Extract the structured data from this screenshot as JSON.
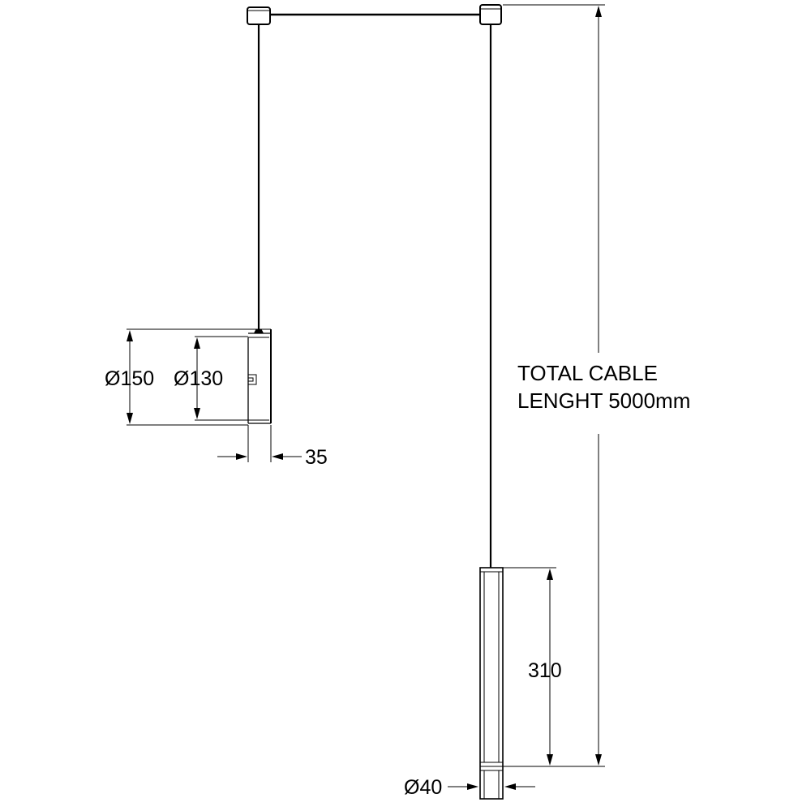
{
  "dimensions": {
    "shade_outer_diameter": "Ø150",
    "shade_inner_diameter": "Ø130",
    "shade_depth": "35",
    "tube_length": "310",
    "tube_diameter": "Ø40"
  },
  "note": {
    "line1": "TOTAL CABLE",
    "line2": "LENGHT 5000mm"
  }
}
